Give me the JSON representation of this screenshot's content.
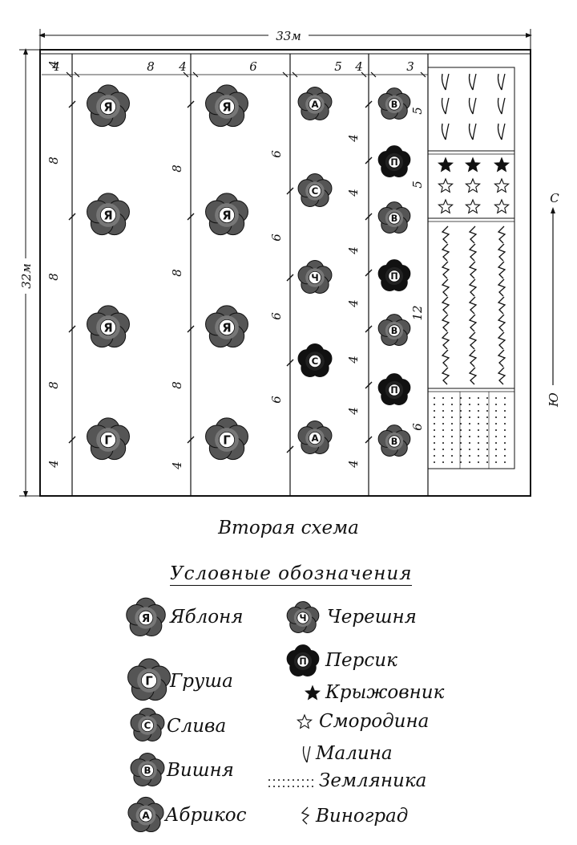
{
  "scheme": {
    "total_width": "33м",
    "total_height": "32м",
    "top_dims": [
      "4",
      "8",
      "4",
      "6",
      "5",
      "4",
      "3"
    ],
    "left_dims": [
      "8",
      "8",
      "8",
      "4"
    ],
    "col2_dims": [
      "8",
      "8",
      "8",
      "4"
    ],
    "col3_dims": [
      "6",
      "6",
      "6",
      "6"
    ],
    "col4_dims": [
      "4",
      "4",
      "4",
      "4",
      "4",
      "4",
      "4"
    ],
    "right_dims": [
      "5",
      "5",
      "12",
      "6"
    ],
    "compass_north": "С",
    "compass_south": "Ю"
  },
  "trees": {
    "col1": [
      "Я",
      "Я",
      "Я",
      "Г"
    ],
    "col2": [
      "Я",
      "Я",
      "Я",
      "Г"
    ],
    "col3": [
      "А",
      "С",
      "Ч",
      "С",
      "А"
    ],
    "col4": [
      "В",
      "П",
      "В",
      "П",
      "В",
      "П",
      "В"
    ]
  },
  "caption": "Вторая схема",
  "legend": {
    "title": "Условные обозначения",
    "items": [
      {
        "letter": "Я",
        "label": "Яблоня"
      },
      {
        "letter": "Г",
        "label": "Груша"
      },
      {
        "letter": "С",
        "label": "Слива"
      },
      {
        "letter": "В",
        "label": "Вишня"
      },
      {
        "letter": "А",
        "label": "Абрикос"
      },
      {
        "letter": "Ч",
        "label": "Черешня"
      },
      {
        "letter": "П",
        "label": "Персик"
      },
      {
        "label": "Крыжовник"
      },
      {
        "label": "Смородина"
      },
      {
        "label": "Малина"
      },
      {
        "label": "Земляника"
      },
      {
        "label": "Виноград"
      }
    ]
  }
}
